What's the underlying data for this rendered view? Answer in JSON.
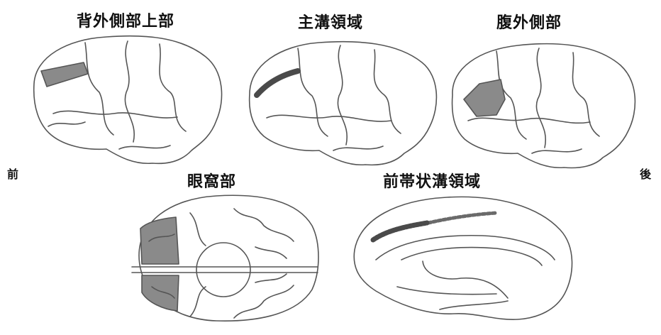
{
  "regions": {
    "dorsolateral_superior": "背外側部上部",
    "sulcus_principalis": "主溝領域",
    "ventrolateral": "腹外側部",
    "orbital": "眼窩部",
    "anterior_cingulate_sulcus": "前帯状溝領域"
  },
  "orientation": {
    "anterior": "前",
    "posterior": "後"
  },
  "colors": {
    "outline": "#555555",
    "highlight": "#8a8a8a",
    "dark_highlight": "#4a4a4a",
    "background": "#ffffff"
  }
}
